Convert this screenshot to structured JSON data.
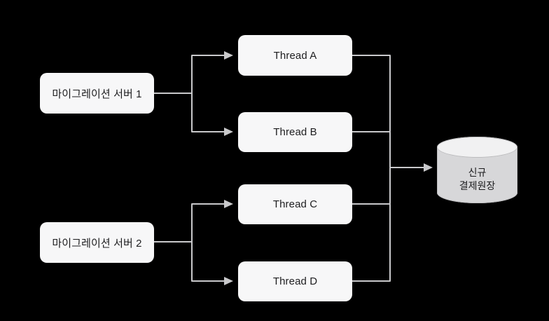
{
  "diagram": {
    "title": "migration-servers-threads-ledger-flow",
    "colors": {
      "background": "#000000",
      "connector": "#c9c9cb",
      "node_fill": "#f7f7f8",
      "node_text": "#1d1d1f",
      "cylinder_top": "#f1f1f2",
      "cylinder_body": "#d7d7d9"
    },
    "nodes": {
      "server1": {
        "label": "마이그레이션 서버 1",
        "shape": "rounded-rect"
      },
      "server2": {
        "label": "마이그레이션 서버 2",
        "shape": "rounded-rect"
      },
      "threadA": {
        "label": "Thread A",
        "shape": "rounded-rect"
      },
      "threadB": {
        "label": "Thread B",
        "shape": "rounded-rect"
      },
      "threadC": {
        "label": "Thread C",
        "shape": "rounded-rect"
      },
      "threadD": {
        "label": "Thread D",
        "shape": "rounded-rect"
      },
      "database": {
        "label": "신규\n결제원장",
        "shape": "cylinder"
      }
    },
    "edges": [
      {
        "from": "server1",
        "to": "threadA",
        "arrow": true
      },
      {
        "from": "server1",
        "to": "threadB",
        "arrow": true
      },
      {
        "from": "server2",
        "to": "threadC",
        "arrow": true
      },
      {
        "from": "server2",
        "to": "threadD",
        "arrow": true
      },
      {
        "from": "threadA",
        "to": "database",
        "arrow": true
      },
      {
        "from": "threadB",
        "to": "database",
        "arrow": true
      },
      {
        "from": "threadC",
        "to": "database",
        "arrow": true
      },
      {
        "from": "threadD",
        "to": "database",
        "arrow": true
      }
    ]
  }
}
